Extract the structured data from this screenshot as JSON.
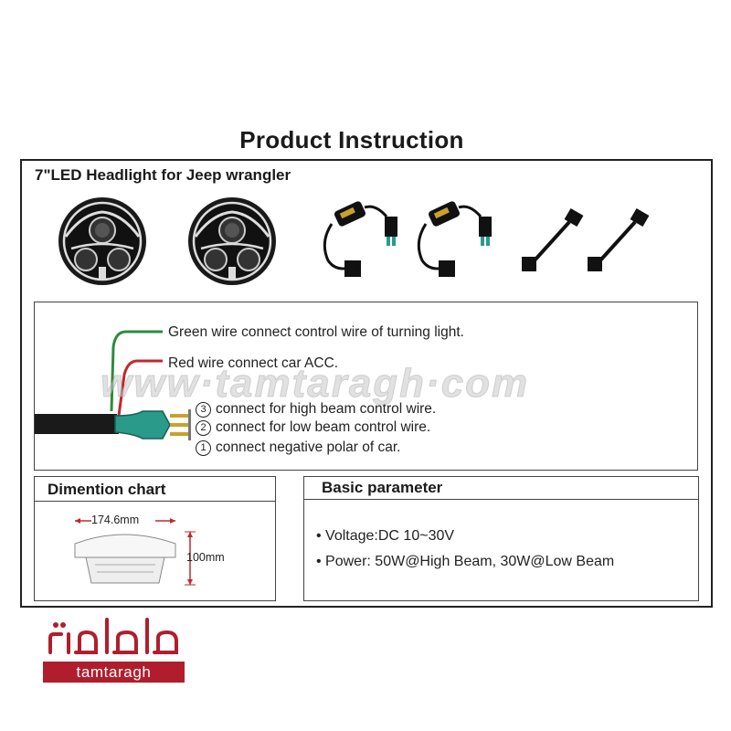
{
  "title": "Product Instruction",
  "subtitle": "7\"LED Headlight for Jeep wrangler",
  "wiring": {
    "green_wire": "Green wire connect control wire of turning light.",
    "red_wire": "Red wire connect car ACC.",
    "pins": [
      {
        "num": "3",
        "text": "connect for high beam control wire."
      },
      {
        "num": "2",
        "text": "connect for low beam control wire."
      },
      {
        "num": "1",
        "text": "connect negative polar of car."
      }
    ]
  },
  "watermark": "www·tamtaragh·com",
  "dimension": {
    "heading": "Dimention chart",
    "width_label": "174.6mm",
    "height_label": "100mm"
  },
  "parameters": {
    "heading": "Basic parameter",
    "items": [
      "Voltage:DC 10~30V",
      "Power: 50W@High Beam, 30W@Low Beam"
    ]
  },
  "logo": {
    "arabic": "طاطا",
    "latin": "tamtaragh"
  },
  "colors": {
    "brand_red": "#b01e2e",
    "green_wire": "#2e8b3e",
    "red_wire": "#c0282d",
    "connector_teal": "#2a9a8a"
  }
}
